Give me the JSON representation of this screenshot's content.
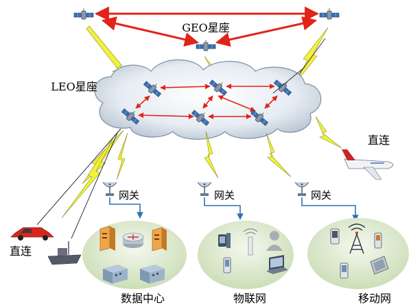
{
  "labels": {
    "geo": "GEO星座",
    "leo": "LEO星座",
    "direct_left": "直连",
    "direct_right": "直连",
    "gateway_1": "网关",
    "gateway_2": "网关",
    "gateway_3": "网关",
    "datacenter": "数据中心",
    "iot": "物联网",
    "mobile": "移动网"
  },
  "colors": {
    "geo_link": "#e2231a",
    "leo_link": "#e2231a",
    "radio_link": "#f2f23a",
    "radio_link_stroke": "#8a8a20",
    "ground_link": "#2f6fb8",
    "cloud_fill": "#d9e1ea",
    "ellipse_fill": "#d7e6c6",
    "satellite": "#3a6fb5"
  },
  "icons": [
    "satellite-icon",
    "cloud-icon",
    "gateway-dish-icon",
    "server-icon",
    "router-icon",
    "building-icon",
    "camera-icon",
    "mobile-phone-icon",
    "laptop-icon",
    "person-icon",
    "antenna-tower-icon",
    "sensor-icon",
    "car-icon",
    "ship-icon",
    "airplane-icon"
  ]
}
